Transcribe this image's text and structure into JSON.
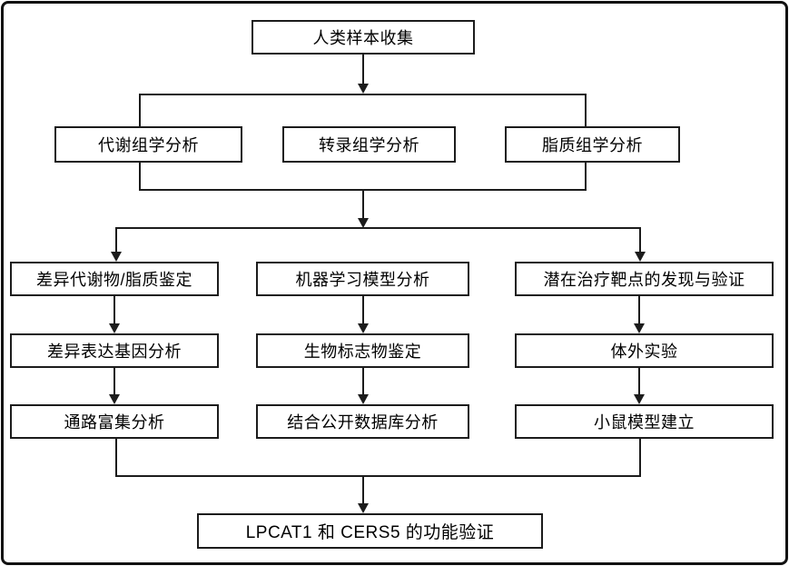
{
  "diagram": {
    "top_node": "人类样本收集",
    "omics_nodes": [
      "代谢组学分析",
      "转录组学分析",
      "脂质组学分析"
    ],
    "left_column": [
      "差异代谢物/脂质鉴定",
      "差异表达基因分析",
      "通路富集分析"
    ],
    "middle_column": [
      "机器学习模型分析",
      "生物标志物鉴定",
      "结合公开数据库分析"
    ],
    "right_column": [
      "潜在治疗靶点的发现与验证",
      "体外实验",
      "小鼠模型建立"
    ],
    "final_node": "LPCAT1 和 CERS5 的功能验证"
  },
  "colors": {
    "line": "#1c1c1c",
    "border": "#111111",
    "background": "#ffffff",
    "box_fill": "#ffffff",
    "text": "#000000"
  }
}
